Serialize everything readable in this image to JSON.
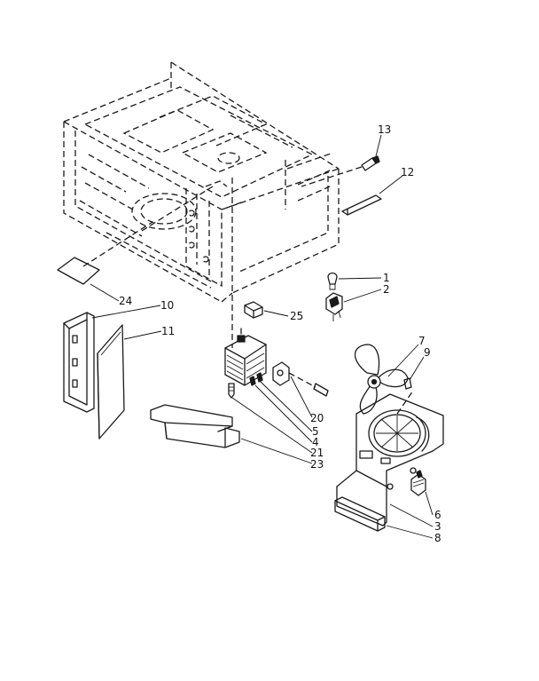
{
  "parts": [
    {
      "id": "p13",
      "label": "13"
    },
    {
      "id": "p12",
      "label": "12"
    },
    {
      "id": "p1",
      "label": "1"
    },
    {
      "id": "p2",
      "label": "2"
    },
    {
      "id": "p24",
      "label": "24"
    },
    {
      "id": "p10",
      "label": "10"
    },
    {
      "id": "p11",
      "label": "11"
    },
    {
      "id": "p25",
      "label": "25"
    },
    {
      "id": "p7",
      "label": "7"
    },
    {
      "id": "p9",
      "label": "9"
    },
    {
      "id": "p20",
      "label": "20"
    },
    {
      "id": "p5",
      "label": "5"
    },
    {
      "id": "p4",
      "label": "4"
    },
    {
      "id": "p21",
      "label": "21"
    },
    {
      "id": "p23",
      "label": "23"
    },
    {
      "id": "p6",
      "label": "6"
    },
    {
      "id": "p3",
      "label": "3"
    },
    {
      "id": "p8",
      "label": "8"
    }
  ]
}
